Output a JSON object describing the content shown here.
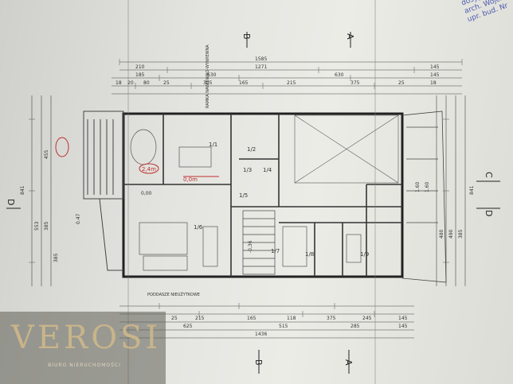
{
  "logo": {
    "brand": "VEROSI",
    "subtitle": "BIURO NIERUCHOMOŚCI"
  },
  "stamp": {
    "lines": [
      "dosyp",
      "arch. Wojci",
      "upr. bud. Nr"
    ]
  },
  "section_marks": {
    "b_top": "B",
    "a_top": "A",
    "b_bottom": "B",
    "a_bottom": "A",
    "c_right": "C",
    "d_left": "D",
    "d_left_low": "D"
  },
  "dimensions": {
    "overall_top": "1585",
    "top_row": [
      "210",
      "1271",
      "145"
    ],
    "top_row2": [
      "185",
      "630",
      "630",
      "145"
    ],
    "top_row3": [
      "18",
      "20",
      "80",
      "25",
      "305",
      "165",
      "215",
      "375",
      "25",
      "18"
    ],
    "bottom_row": [
      "1436",
      "625",
      "515",
      "285",
      "145"
    ],
    "bottom_row2": [
      "25",
      "215",
      "165",
      "118",
      "375",
      "245",
      "145"
    ],
    "left_col": [
      "841",
      "553",
      "455",
      "385",
      "385",
      "0.47"
    ],
    "right_col": [
      "841",
      "480",
      "490",
      "385",
      "1.60",
      "1.60"
    ]
  },
  "rooms": [
    {
      "id": "1/1",
      "area": ""
    },
    {
      "id": "1/2",
      "area": ""
    },
    {
      "id": "1/3",
      "area": ""
    },
    {
      "id": "1/4",
      "area": ""
    },
    {
      "id": "1/5",
      "area": ""
    },
    {
      "id": "1/6",
      "area": ""
    },
    {
      "id": "1/7",
      "area": ""
    },
    {
      "id": "1/8",
      "area": ""
    },
    {
      "id": "1/9",
      "area": ""
    }
  ],
  "annotations": {
    "red_ann_1": "2,4m",
    "red_ann_2": "0,0m",
    "level_left": "0,00",
    "level_mid": "-0,36",
    "note_top": "RAMKA NAWIEWNO-WYWIEWNA",
    "note_bottom": "PODDASZE NIEUŻYTKOWE"
  }
}
